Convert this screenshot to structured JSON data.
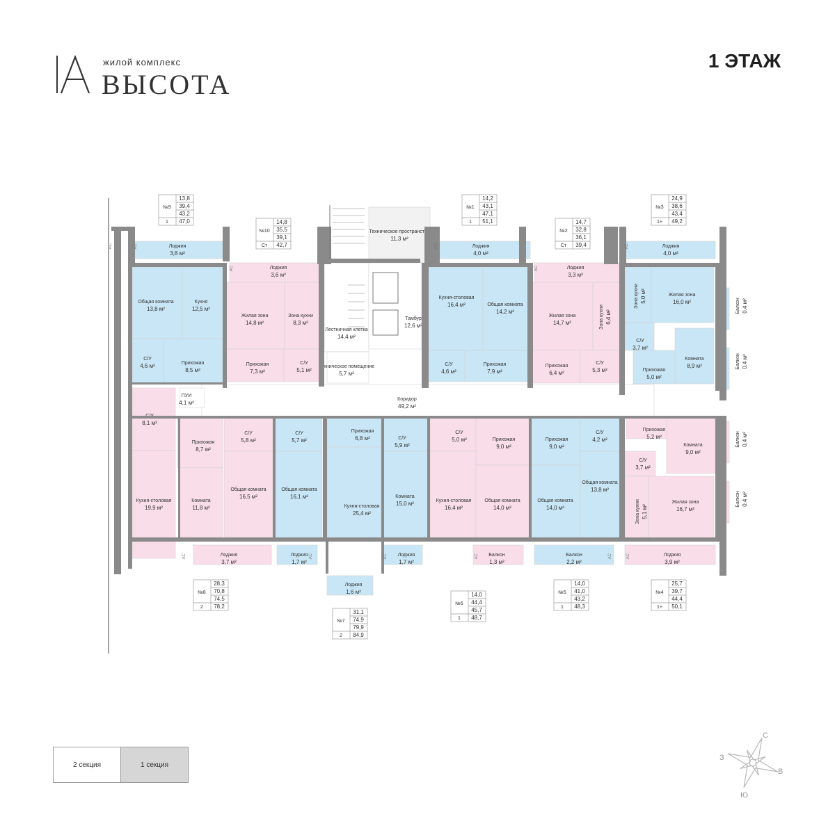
{
  "logo": {
    "subtitle": "жилой комплекс",
    "name": "ВЫСОТА",
    "letter": "A"
  },
  "floor": "1 ЭТАЖ",
  "colors": {
    "pink": "#f9dde9",
    "blue": "#c8e6f5",
    "wall": "#8a8a8a",
    "gray_fill": "#f2f2f2"
  },
  "sections": [
    {
      "label": "2 секция",
      "active": false
    },
    {
      "label": "1 секция",
      "active": true
    }
  ],
  "compass": {
    "n": "С",
    "e": "В",
    "s": "Ю",
    "w": "З"
  },
  "apartments": [
    {
      "num": "№9",
      "rows": [
        [
          "",
          "13,8"
        ],
        [
          "№9",
          "39,4"
        ],
        [
          "",
          "43,2"
        ],
        [
          "1",
          "47,0"
        ]
      ]
    },
    {
      "num": "№10",
      "rows": [
        [
          "",
          "14,8"
        ],
        [
          "№10",
          "35,5"
        ],
        [
          "",
          "39,1"
        ],
        [
          "Ст",
          "42,7"
        ]
      ]
    },
    {
      "num": "№1",
      "rows": [
        [
          "",
          "14,2"
        ],
        [
          "№1",
          "43,1"
        ],
        [
          "",
          "47,1"
        ],
        [
          "1",
          "51,1"
        ]
      ]
    },
    {
      "num": "№2",
      "rows": [
        [
          "",
          "14,7"
        ],
        [
          "№2",
          "32,8"
        ],
        [
          "",
          "36,1"
        ],
        [
          "Ст",
          "39,4"
        ]
      ]
    },
    {
      "num": "№3",
      "rows": [
        [
          "",
          "24,9"
        ],
        [
          "№3",
          "38,6"
        ],
        [
          "",
          "43,4"
        ],
        [
          "1+",
          "49,2"
        ]
      ]
    },
    {
      "num": "№8",
      "rows": [
        [
          "",
          "28,3"
        ],
        [
          "№8",
          "70,8"
        ],
        [
          "",
          "74,5"
        ],
        [
          "2",
          "78,2"
        ]
      ]
    },
    {
      "num": "№7",
      "rows": [
        [
          "",
          "31,1"
        ],
        [
          "№7",
          "74,9"
        ],
        [
          "",
          "79,9"
        ],
        [
          "2",
          "84,9"
        ]
      ]
    },
    {
      "num": "№6",
      "rows": [
        [
          "",
          "14,0"
        ],
        [
          "№6",
          "44,4"
        ],
        [
          "",
          "45,7"
        ],
        [
          "1",
          "48,7"
        ]
      ]
    },
    {
      "num": "№5",
      "rows": [
        [
          "",
          "14,0"
        ],
        [
          "№5",
          "41,0"
        ],
        [
          "",
          "43,2"
        ],
        [
          "1",
          "48,3"
        ]
      ]
    },
    {
      "num": "№4",
      "rows": [
        [
          "",
          "25,7"
        ],
        [
          "№4",
          "39,7"
        ],
        [
          "",
          "44,4"
        ],
        [
          "1+",
          "50,1"
        ]
      ]
    }
  ],
  "rooms": [
    {
      "name": "Лоджия",
      "area": "3,8 м²",
      "color": "blue"
    },
    {
      "name": "Общая комната",
      "area": "13,8 м²",
      "color": "blue"
    },
    {
      "name": "Кухня",
      "area": "12,5 м²",
      "color": "blue"
    },
    {
      "name": "С/У",
      "area": "4,6 м²",
      "color": "blue"
    },
    {
      "name": "Прихожая",
      "area": "8,5 м²",
      "color": "blue"
    },
    {
      "name": "Лоджия",
      "area": "3,6 м²",
      "color": "pink"
    },
    {
      "name": "Жилая зона",
      "area": "14,8 м²",
      "color": "pink"
    },
    {
      "name": "Зона кухни",
      "area": "8,3 м²",
      "color": "pink"
    },
    {
      "name": "Прихожая",
      "area": "7,3 м²",
      "color": "pink"
    },
    {
      "name": "С/У",
      "area": "5,1 м²",
      "color": "pink"
    },
    {
      "name": "Техническое пространство",
      "area": "11,3 м²",
      "color": "gray"
    },
    {
      "name": "Лестничная клетка",
      "area": "14,4 м²",
      "color": "white"
    },
    {
      "name": "Тамбур",
      "area": "12,6 м²",
      "color": "white"
    },
    {
      "name": "Техническое помещение",
      "area": "5,7 м²",
      "color": "white"
    },
    {
      "name": "Коридор",
      "area": "49,2 м²",
      "color": "white"
    },
    {
      "name": "Лоджия",
      "area": "4,0 м²",
      "color": "blue"
    },
    {
      "name": "Кухня-столовая",
      "area": "16,4 м²",
      "color": "blue"
    },
    {
      "name": "Общая комната",
      "area": "14,2 м²",
      "color": "blue"
    },
    {
      "name": "С/У",
      "area": "4,6 м²",
      "color": "blue"
    },
    {
      "name": "Прихожая",
      "area": "7,9 м²",
      "color": "blue"
    },
    {
      "name": "Лоджия",
      "area": "3,3 м²",
      "color": "pink"
    },
    {
      "name": "Жилая зона",
      "area": "14,7 м²",
      "color": "pink"
    },
    {
      "name": "Зона кухни",
      "area": "6,4 м²",
      "color": "pink"
    },
    {
      "name": "Прихожая",
      "area": "6,4 м²",
      "color": "pink"
    },
    {
      "name": "С/У",
      "area": "5,3 м²",
      "color": "pink"
    },
    {
      "name": "Лоджия",
      "area": "4,0 м²",
      "color": "blue"
    },
    {
      "name": "Зона кухни",
      "area": "5,0 м²",
      "color": "blue"
    },
    {
      "name": "Жилая зона",
      "area": "16,0 м²",
      "color": "blue"
    },
    {
      "name": "С/У",
      "area": "3,7 м²",
      "color": "blue"
    },
    {
      "name": "Комната",
      "area": "8,9 м²",
      "color": "blue"
    },
    {
      "name": "Прихожая",
      "area": "5,0 м²",
      "color": "blue"
    },
    {
      "name": "Балкон",
      "area": "0,4 м²",
      "color": "blue"
    },
    {
      "name": "Балкон",
      "area": "0,4 м²",
      "color": "blue"
    },
    {
      "name": "ПУИ",
      "area": "4,1 м²",
      "color": "white"
    },
    {
      "name": "С/У",
      "area": "8,1 м²",
      "color": "pink"
    },
    {
      "name": "Прихожая",
      "area": "8,7 м²",
      "color": "pink"
    },
    {
      "name": "Кухня-столовая",
      "area": "19,9 м²",
      "color": "pink"
    },
    {
      "name": "Комната",
      "area": "11,8 м²",
      "color": "pink"
    },
    {
      "name": "Лоджия",
      "area": "3,7 м²",
      "color": "pink"
    },
    {
      "name": "С/У",
      "area": "5,8 м²",
      "color": "pink"
    },
    {
      "name": "Общая комната",
      "area": "16,5 м²",
      "color": "pink"
    },
    {
      "name": "С/У",
      "area": "5,7 м²",
      "color": "blue"
    },
    {
      "name": "Общая комната",
      "area": "16,1 м²",
      "color": "blue"
    },
    {
      "name": "Лоджия",
      "area": "1,7 м²",
      "color": "blue"
    },
    {
      "name": "Прихожая",
      "area": "6,8 м²",
      "color": "blue"
    },
    {
      "name": "Кухня-столовая",
      "area": "25,4 м²",
      "color": "blue"
    },
    {
      "name": "Лоджия",
      "area": "1,6 м²",
      "color": "blue"
    },
    {
      "name": "С/У",
      "area": "5,9 м²",
      "color": "blue"
    },
    {
      "name": "Комната",
      "area": "15,0 м²",
      "color": "blue"
    },
    {
      "name": "Лоджия",
      "area": "1,7 м²",
      "color": "blue"
    },
    {
      "name": "С/У",
      "area": "5,0 м²",
      "color": "pink"
    },
    {
      "name": "Прихожая",
      "area": "9,0 м²",
      "color": "pink"
    },
    {
      "name": "Кухня-столовая",
      "area": "16,4 м²",
      "color": "pink"
    },
    {
      "name": "Общая комната",
      "area": "14,0 м²",
      "color": "pink"
    },
    {
      "name": "Балкон",
      "area": "1,3 м²",
      "color": "pink"
    },
    {
      "name": "Прихожая",
      "area": "9,0 м²",
      "color": "blue"
    },
    {
      "name": "С/У",
      "area": "4,2 м²",
      "color": "blue"
    },
    {
      "name": "Общая комната",
      "area": "14,0 м²",
      "color": "blue"
    },
    {
      "name": "Общая комната",
      "area": "13,8 м²",
      "color": "blue"
    },
    {
      "name": "Балкон",
      "area": "2,2 м²",
      "color": "blue"
    },
    {
      "name": "Прихожая",
      "area": "5,2 м²",
      "color": "pink"
    },
    {
      "name": "Комната",
      "area": "9,0 м²",
      "color": "pink"
    },
    {
      "name": "С/У",
      "area": "3,7 м²",
      "color": "pink"
    },
    {
      "name": "Зона кухни",
      "area": "5,1 м²",
      "color": "pink"
    },
    {
      "name": "Жилая зона",
      "area": "16,7 м²",
      "color": "pink"
    },
    {
      "name": "Лоджия",
      "area": "3,9 м²",
      "color": "pink"
    },
    {
      "name": "Балкон",
      "area": "0,4 м²",
      "color": "pink"
    },
    {
      "name": "Балкон",
      "area": "0,4 м²",
      "color": "pink"
    }
  ],
  "ac_label": "AC"
}
